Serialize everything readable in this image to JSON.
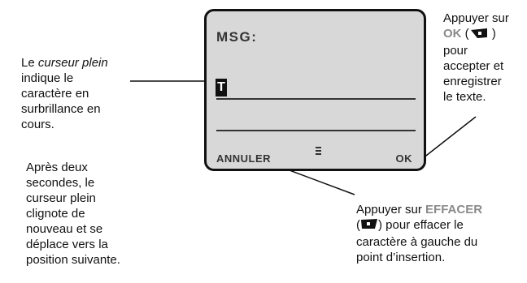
{
  "annotations": {
    "cursor": {
      "line1_prefix": "Le ",
      "line1_italic": "curseur plein",
      "line2": "indique le",
      "line3": "caractère en",
      "line4": "surbrillance en",
      "line5": "cours."
    },
    "blink": {
      "lines": [
        "Après deux",
        "secondes, le",
        "curseur plein",
        "clignote de",
        "nouveau et se",
        "déplace vers la",
        "position suivante."
      ]
    },
    "ok_key": {
      "line1": "Appuyer sur",
      "key_label": "OK",
      "paren_open": " (",
      "paren_close": " )",
      "lines_after": [
        "pour",
        "accepter et",
        "enregistrer",
        "le texte."
      ]
    },
    "clear_key": {
      "prefix": "Appuyer sur ",
      "key_label": "EFFACER",
      "paren_open": "(",
      "line2_suffix": ") pour effacer le",
      "line3": "caractère à gauche du",
      "line4": "point d’insertion."
    }
  },
  "screen": {
    "title": "MSG:",
    "cursor_char": "T",
    "softkey_left": "ANNULER",
    "softkey_right": "OK",
    "menu_icon": "menu-list-icon"
  },
  "colors": {
    "lcd_background": "#d8d8d8",
    "key_label_gray": "#8a8a8a"
  }
}
